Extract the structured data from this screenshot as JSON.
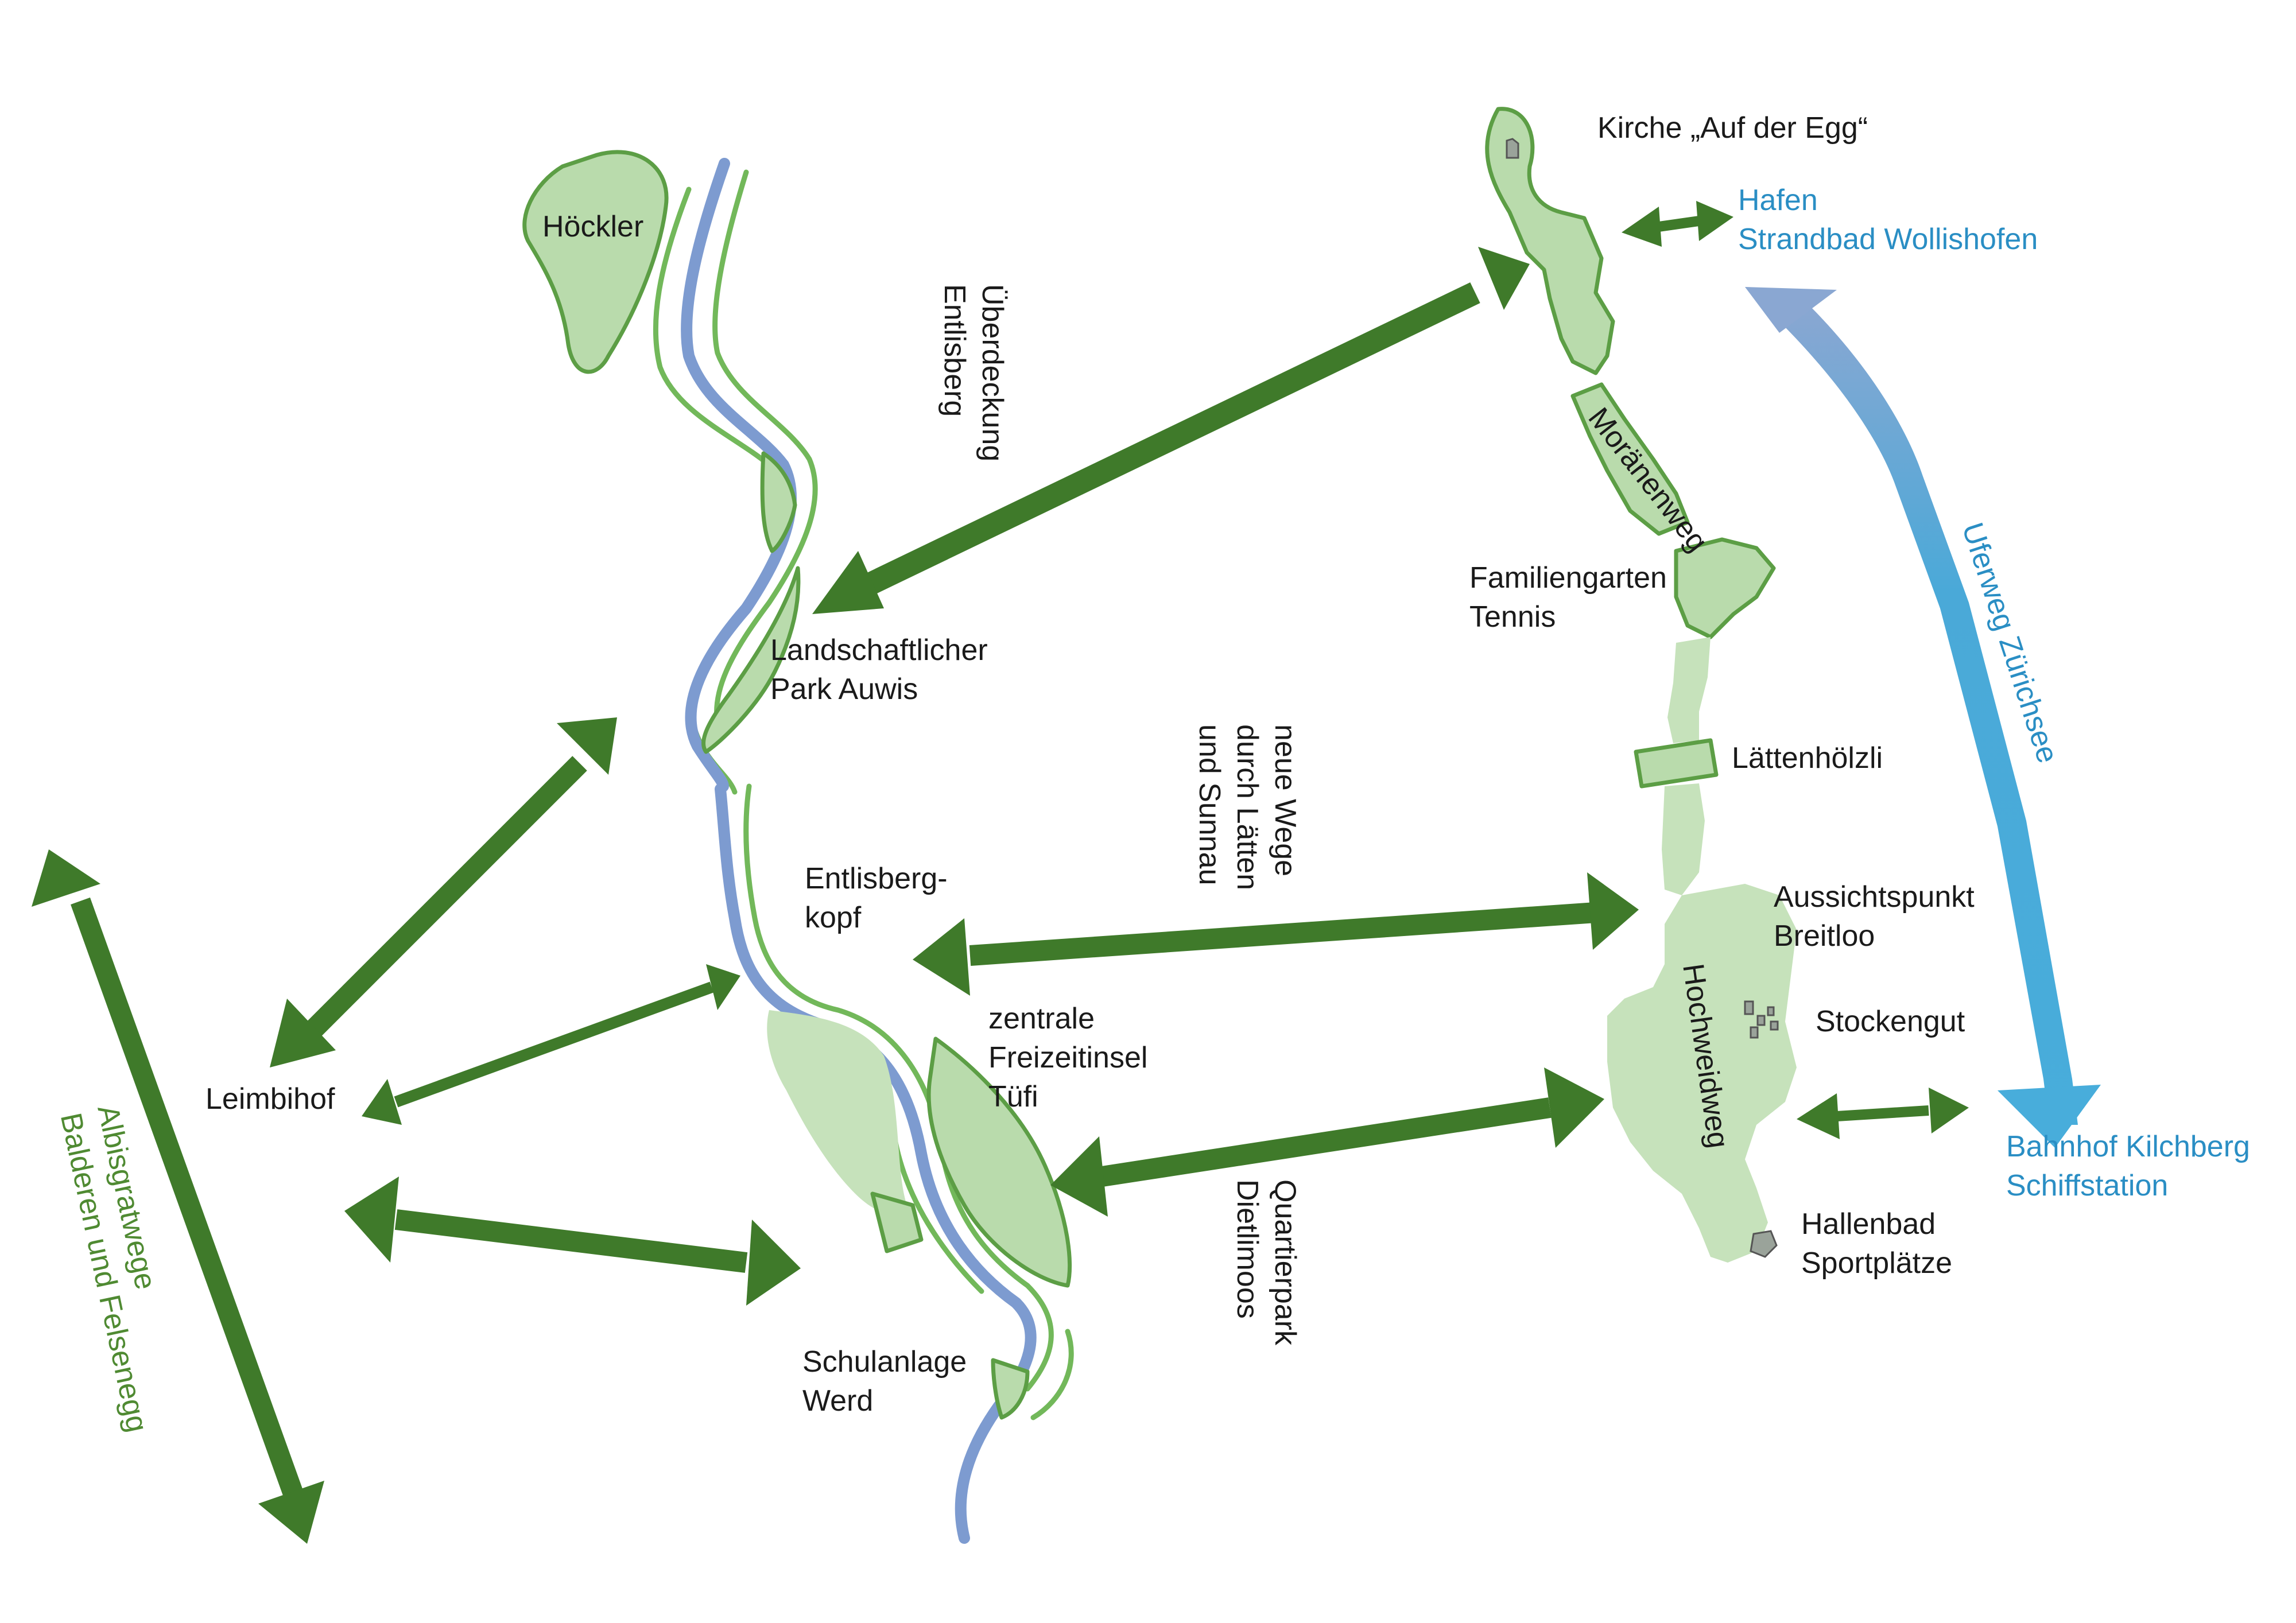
{
  "labels": {
    "hoeckler": "Höckler",
    "ueberdeckung": [
      "Überdeckung",
      "Entlisberg"
    ],
    "kirche": "Kirche „Auf der Egg“",
    "hafen": [
      "Hafen",
      "Strandbad Wollishofen"
    ],
    "moraenenweg": "Moränenweg",
    "familiengarten": [
      "Familiengarten",
      "Tennis"
    ],
    "uferweg": "Uferweg Zürichsee",
    "landschaftlicher_park": [
      "Landschaftlicher",
      "Park Auwis"
    ],
    "neue_wege": [
      "neue Wege",
      "durch Lätten",
      "und Sunnau"
    ],
    "laettenhoelzli": "Lättenhölzli",
    "entlisbergkopf": [
      "Entlisberg-",
      "kopf"
    ],
    "aussichtspunkt": [
      "Aussichtspunkt",
      "Breitloo"
    ],
    "hochweidweg": "Hochweidweg",
    "stockengut": "Stockengut",
    "zentrale_freizeitinsel": [
      "zentrale",
      "Freizeitinsel",
      "Tüfi"
    ],
    "leimbihof": "Leimbihof",
    "bahnhof": [
      "Bahnhof Kilchberg",
      "Schiffstation"
    ],
    "albisgratwege": [
      "Albisgratwege",
      "Balderen und Felsenegg"
    ],
    "quartierpark": [
      "Quartierpark",
      "Dietlimoos"
    ],
    "hallenbad": [
      "Hallenbad",
      "Sportplätze"
    ],
    "schulanlage": [
      "Schulanlage",
      "Werd"
    ]
  },
  "colors": {
    "connection_green": "#3f7a2a",
    "lake_path_blue": "#4aa9d8",
    "park_fill": "#b9dbac",
    "park_outline": "#5c9e45",
    "river_blue": "#7d9bd0",
    "label_blue": "#2a8ec4",
    "label_green": "#4f8a32"
  }
}
